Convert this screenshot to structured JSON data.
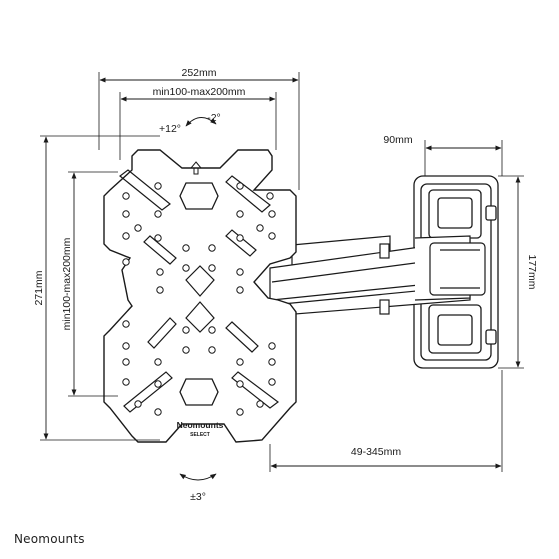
{
  "dimensions": {
    "overall_width": "252mm",
    "vesa_width": "min100-max200mm",
    "overall_height": "271mm",
    "vesa_height": "min100-max200mm",
    "tilt_up": "+12°",
    "tilt_down": "-2°",
    "wall_plate_width": "90mm",
    "wall_plate_height": "177mm",
    "wall_distance": "49-345mm",
    "rotation": "±3°"
  },
  "plate_brand": {
    "name": "Neomounts",
    "line": "SELECT"
  },
  "footer": {
    "brand": "Neomounts"
  }
}
